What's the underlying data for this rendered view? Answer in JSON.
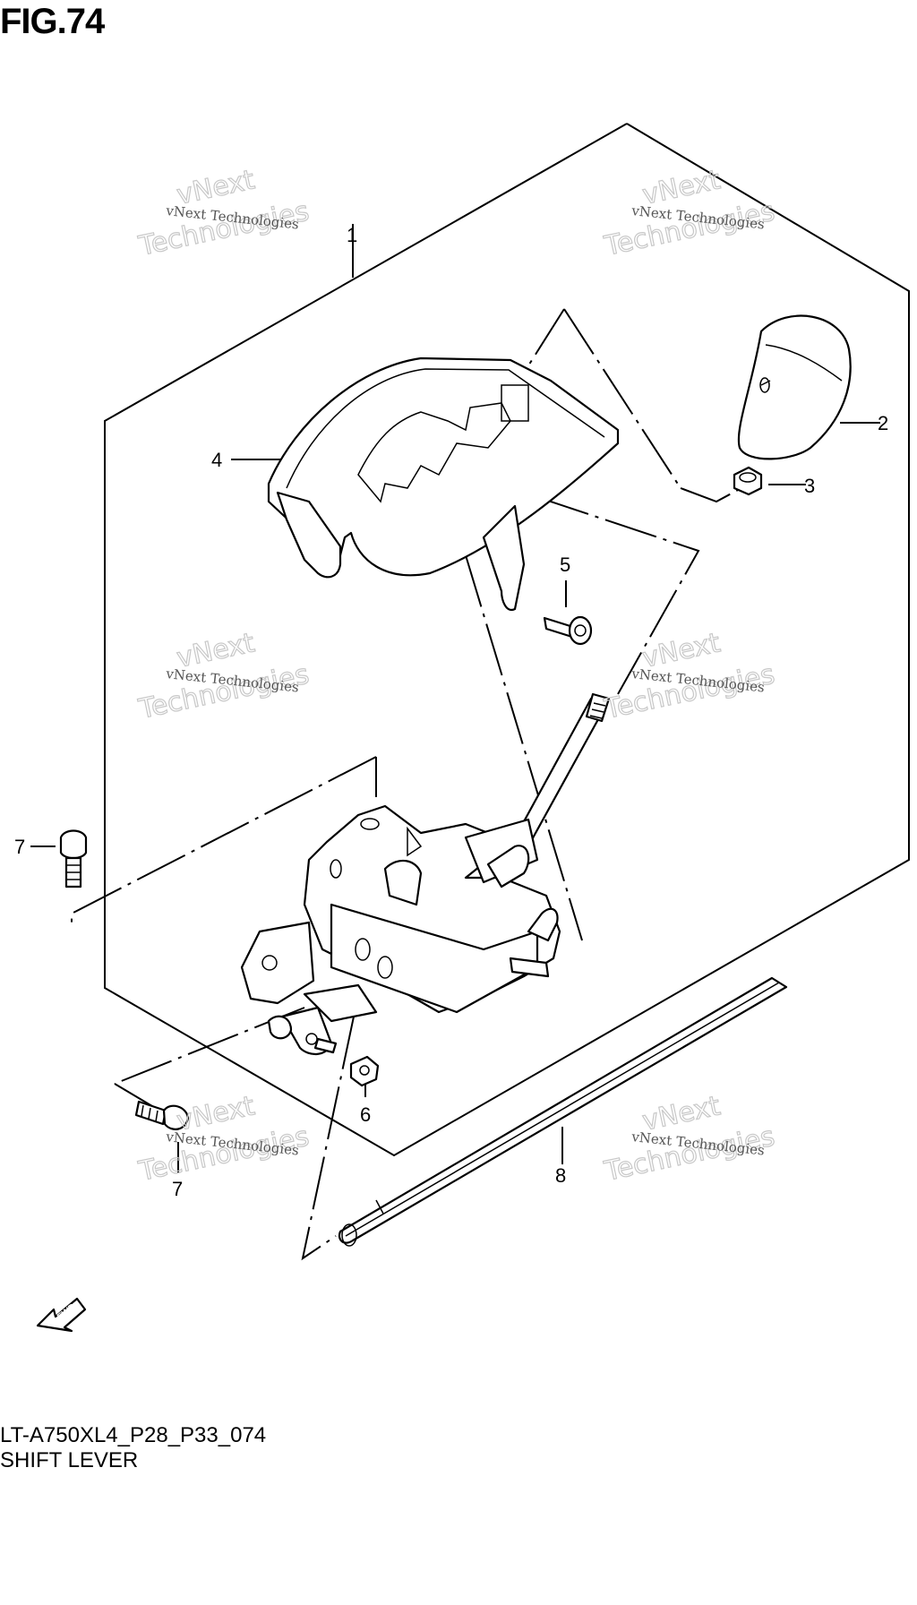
{
  "figure": {
    "title": "FIG.74",
    "model_code": "LT-A750XL4_P28_P33_074",
    "section_title": "SHIFT LEVER"
  },
  "watermark": {
    "small_text": "vNext Technologies",
    "big_top": "vNext",
    "big_bottom": "Technologies"
  },
  "fwd_label": "FWD",
  "callouts": [
    "1",
    "2",
    "3",
    "4",
    "5",
    "6",
    "7",
    "7",
    "8"
  ],
  "colors": {
    "line": "#000000",
    "background": "#ffffff",
    "watermark": "#c8c8c8"
  }
}
